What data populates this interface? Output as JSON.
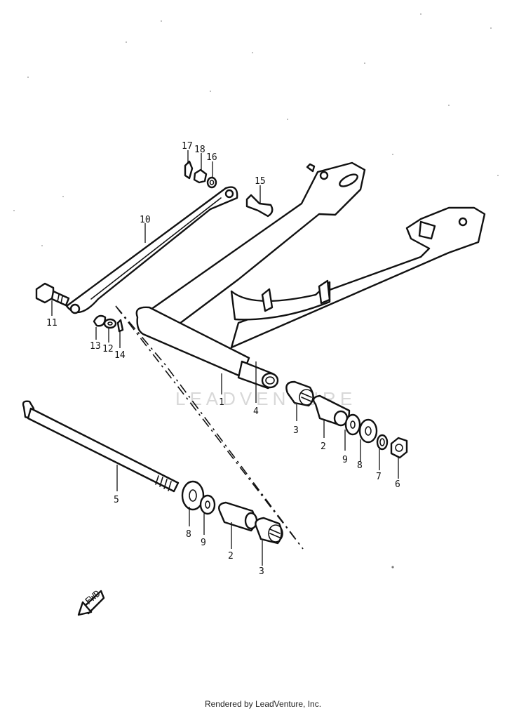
{
  "callouts": {
    "c1": "1",
    "c2a": "2",
    "c2b": "2",
    "c3a": "3",
    "c3b": "3",
    "c4": "4",
    "c5": "5",
    "c6": "6",
    "c7": "7",
    "c8a": "8",
    "c8b": "8",
    "c9a": "9",
    "c9b": "9",
    "c10": "10",
    "c11": "11",
    "c12": "12",
    "c13": "13",
    "c14": "14",
    "c15": "15",
    "c16": "16",
    "c17": "17",
    "c18": "18"
  },
  "fwd_label": "FWD",
  "watermark": "LEADVENTURE",
  "footer": "Rendered by LeadVenture, Inc.",
  "colors": {
    "line": "#111111",
    "background": "#ffffff",
    "watermark": "#d8d8d8"
  }
}
